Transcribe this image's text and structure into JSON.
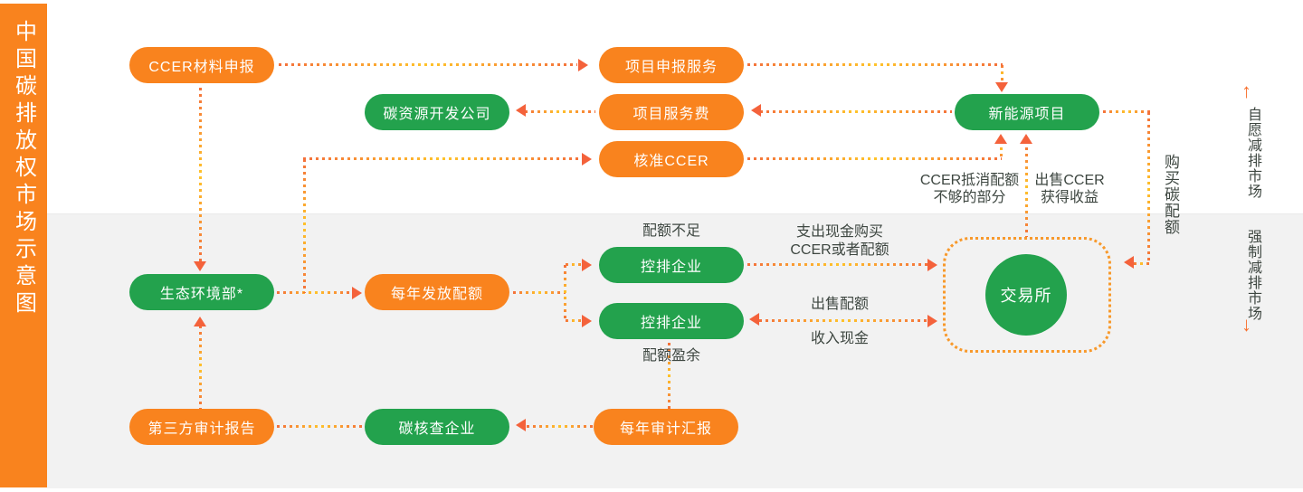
{
  "sidebar": {
    "title": "中国碳排放权市场示意图"
  },
  "nodes": {
    "ccer_material": "CCER材料申报",
    "project_apply": "项目申报服务",
    "carbon_dev": "碳资源开发公司",
    "service_fee": "项目服务费",
    "new_energy": "新能源项目",
    "approved_ccer": "核准CCER",
    "ministry": "生态环境部*",
    "annual_quota": "每年发放配额",
    "enterprise_short": "控排企业",
    "enterprise_surplus": "控排企业",
    "third_party": "第三方审计报告",
    "verify_company": "碳核查企业",
    "annual_audit": "每年审计汇报",
    "exchange": "交易所"
  },
  "labels": {
    "quota_short": "配额不足",
    "quota_surplus": "配额盈余",
    "pay_cash_1": "支出现金购买",
    "pay_cash_2": "CCER或者配额",
    "sell_quota": "出售配额",
    "income_cash": "收入现金",
    "ccer_offset_1": "CCER抵消配额",
    "ccer_offset_2": "不够的部分",
    "sell_ccer_1": "出售CCER",
    "sell_ccer_2": "获得收益",
    "buy_quota": "购买碳配额",
    "voluntary_market": "自愿减排市场",
    "mandatory_market": "强制减排市场",
    "up_arrow": "↑",
    "down_arrow": "↓"
  },
  "colors": {
    "orange": "#F9831E",
    "green": "#23A24D",
    "arrow_head": "#F4623B",
    "dot_yellow": "#FFC32A",
    "label_text": "#3E4741",
    "panel_gray": "#F2F2F2"
  }
}
